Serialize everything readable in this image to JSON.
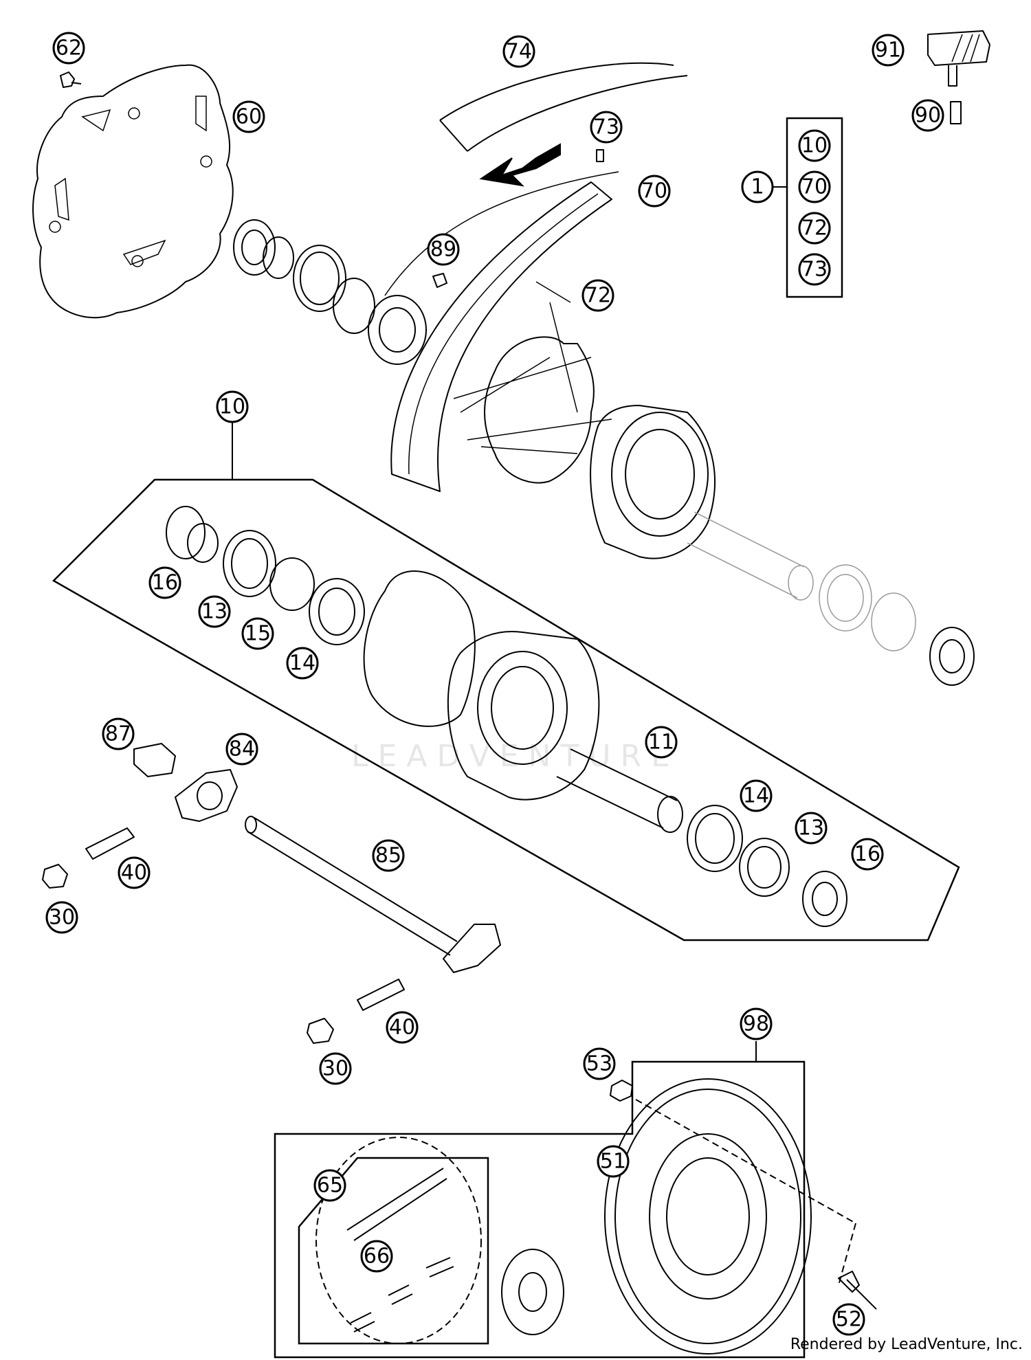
{
  "callouts": [
    {
      "label": "62"
    },
    {
      "label": "60"
    },
    {
      "label": "74"
    },
    {
      "label": "73"
    },
    {
      "label": "70"
    },
    {
      "label": "89"
    },
    {
      "label": "72"
    },
    {
      "label": "91"
    },
    {
      "label": "90"
    },
    {
      "label": "1"
    },
    {
      "label": "10"
    },
    {
      "label": "70"
    },
    {
      "label": "72"
    },
    {
      "label": "73"
    },
    {
      "label": "10"
    },
    {
      "label": "16"
    },
    {
      "label": "13"
    },
    {
      "label": "15"
    },
    {
      "label": "14"
    },
    {
      "label": "87"
    },
    {
      "label": "84"
    },
    {
      "label": "11"
    },
    {
      "label": "14"
    },
    {
      "label": "13"
    },
    {
      "label": "16"
    },
    {
      "label": "85"
    },
    {
      "label": "40"
    },
    {
      "label": "30"
    },
    {
      "label": "40"
    },
    {
      "label": "30"
    },
    {
      "label": "98"
    },
    {
      "label": "53"
    },
    {
      "label": "51"
    },
    {
      "label": "65"
    },
    {
      "label": "66"
    },
    {
      "label": "52"
    }
  ],
  "watermark": "LEADVENTURE",
  "credit": "Rendered by LeadVenture, Inc."
}
